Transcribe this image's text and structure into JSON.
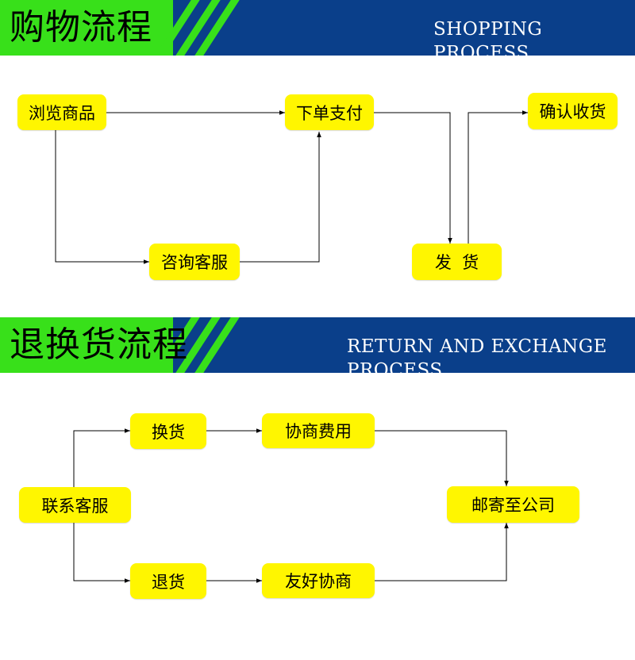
{
  "shopping": {
    "title_cn": "购物流程",
    "title_en": "SHOPPING PROCESS",
    "steps": {
      "browse": "浏览商品",
      "pay": "下单支付",
      "confirm": "确认收货",
      "consult": "咨询客服",
      "ship": "发  货"
    }
  },
  "returns": {
    "title_cn": "退换货流程",
    "title_en": "RETURN AND EXCHANGE PROCESS",
    "steps": {
      "contact": "联系客服",
      "exchange": "换货",
      "negotiate_fee": "协商费用",
      "mail": "邮寄至公司",
      "return": "退货",
      "friendly": "友好协商"
    }
  },
  "colors": {
    "banner_blue": "#0a3f8a",
    "banner_green": "#38e01a",
    "box_yellow": "#fff600"
  }
}
